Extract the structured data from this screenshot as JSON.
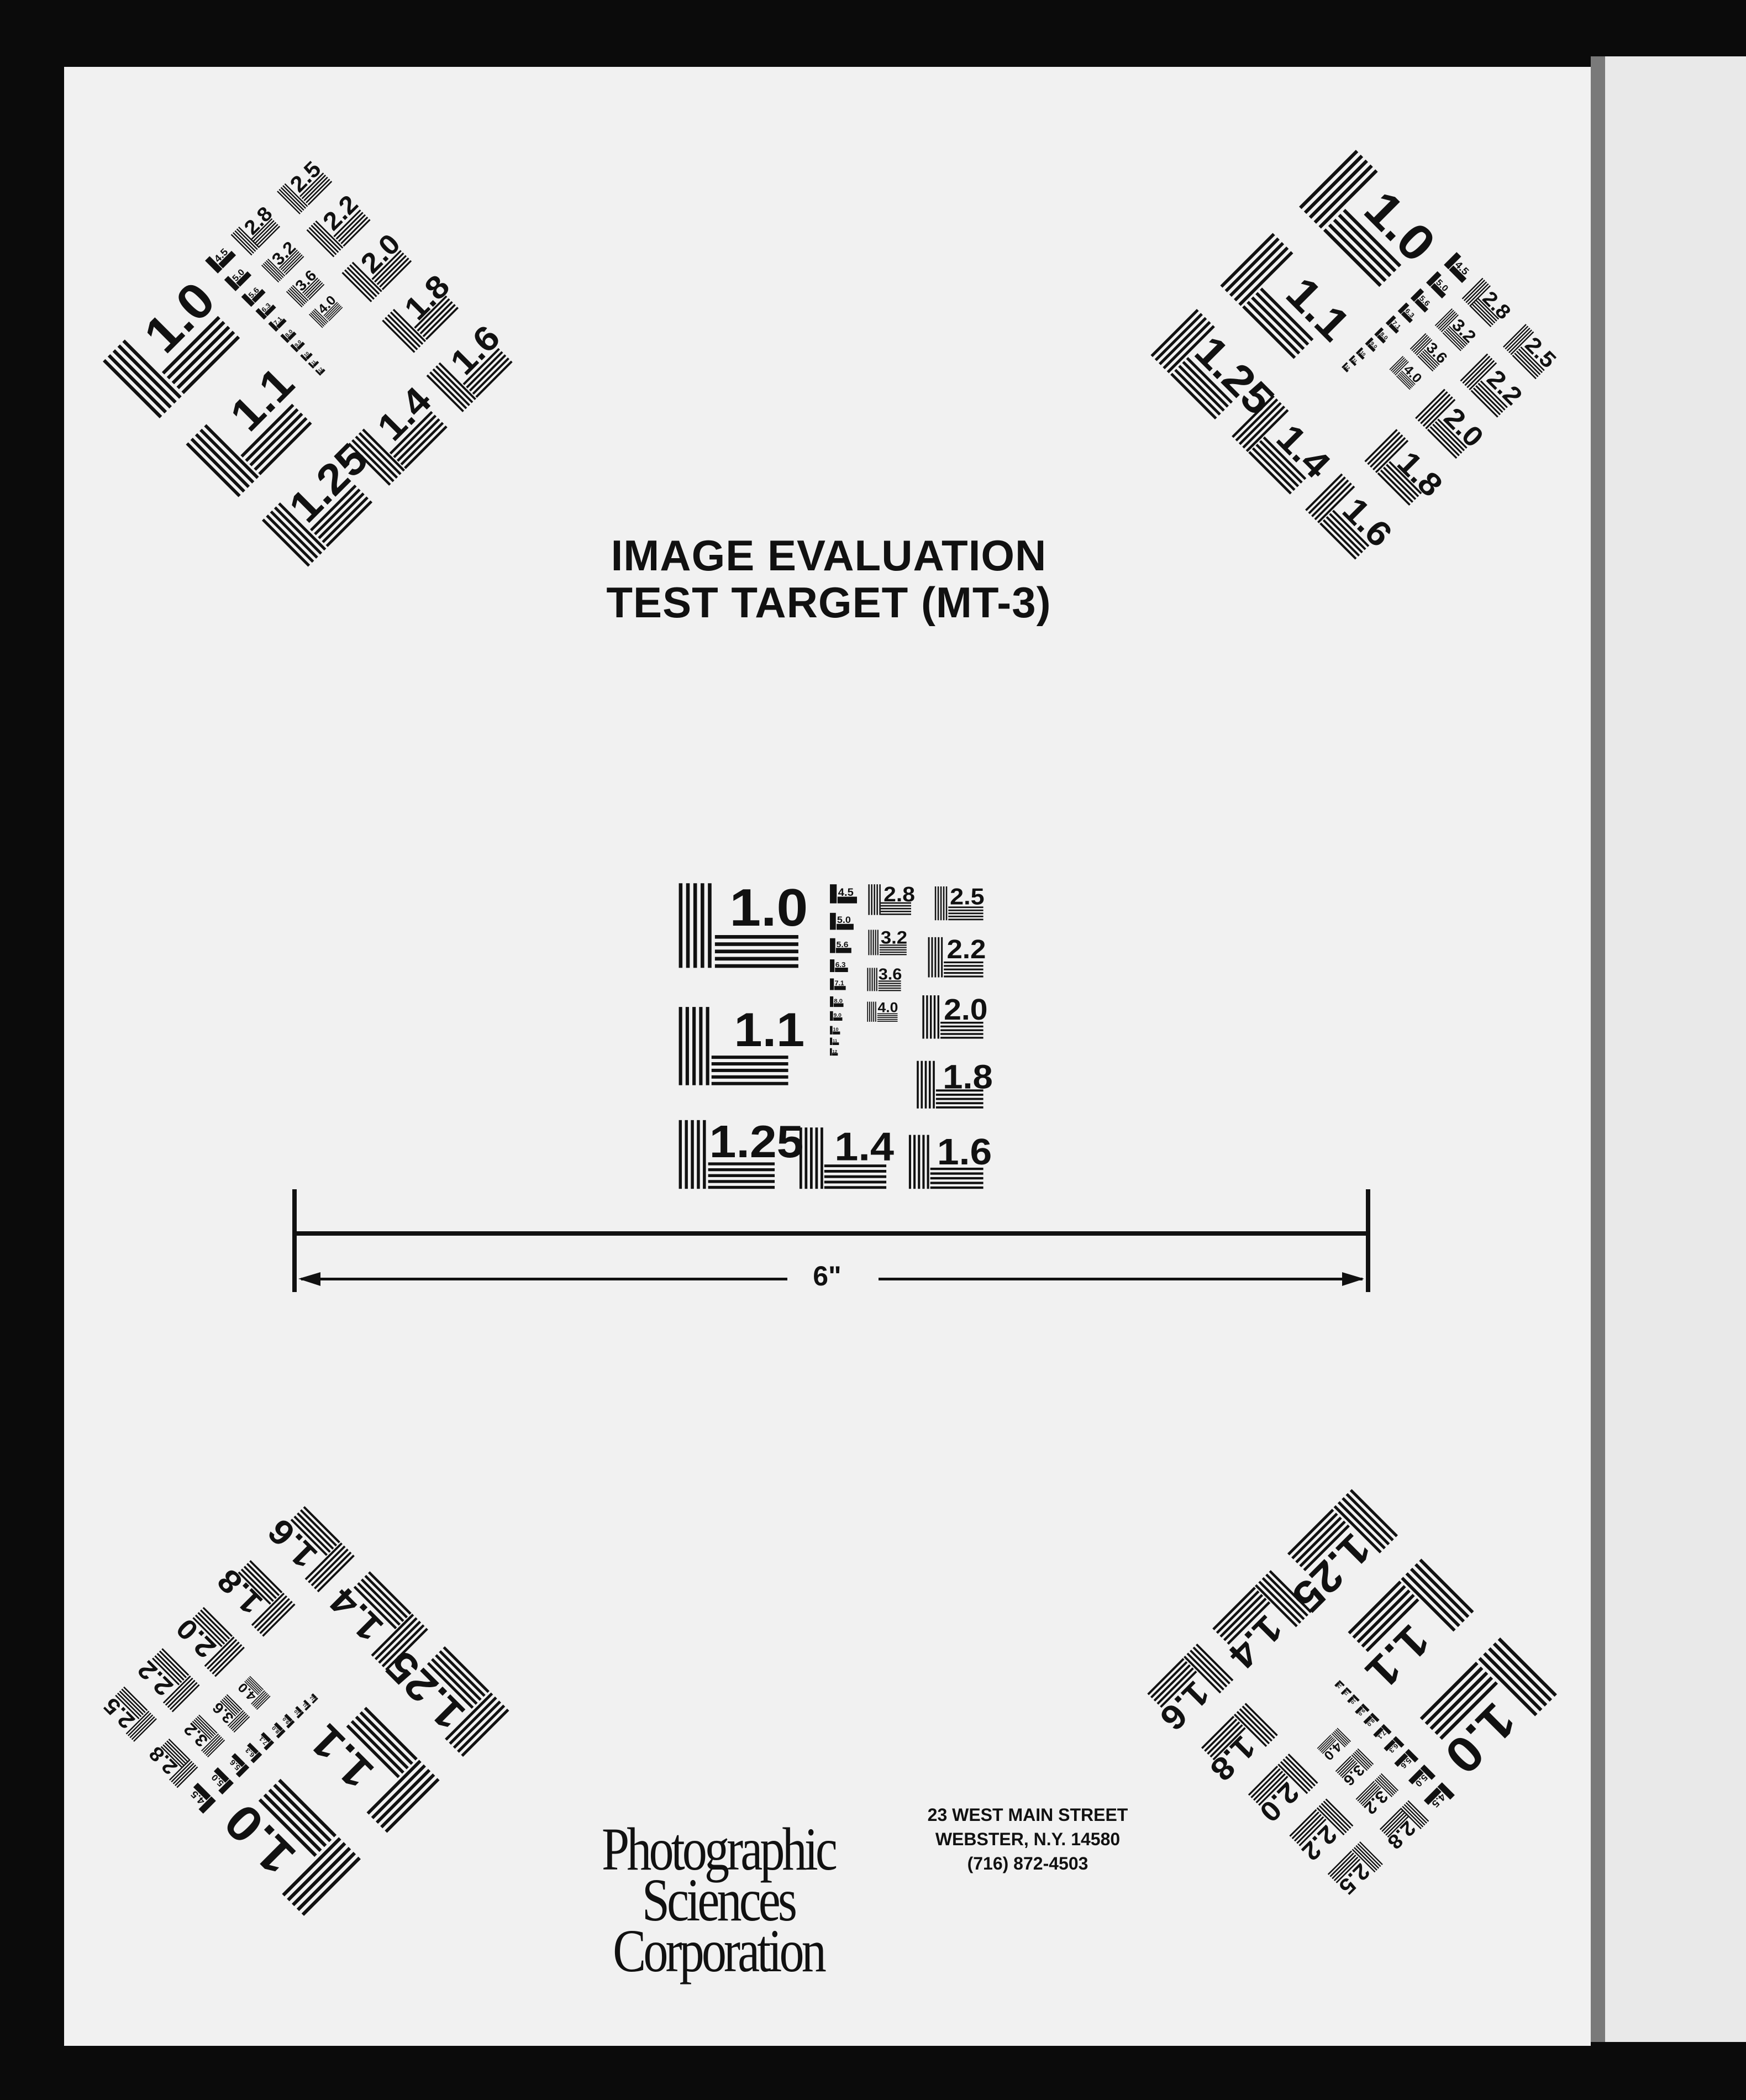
{
  "title": {
    "line1": "IMAGE EVALUATION",
    "line2": "TEST TARGET (MT-3)"
  },
  "targets": {
    "large": [
      "1.0",
      "1.1",
      "1.25",
      "1.4",
      "1.6",
      "1.8",
      "2.0",
      "2.2",
      "2.5",
      "2.8",
      "3.2",
      "3.6",
      "4.0"
    ],
    "small": [
      "4.5",
      "5.0",
      "5.6",
      "6.3",
      "7.1",
      "8.0",
      "9.0",
      "10",
      "11",
      "12"
    ]
  },
  "ruler": {
    "label": "6\""
  },
  "company": {
    "name_lines": [
      "Photographic",
      "Sciences",
      "Corporation"
    ],
    "address": [
      "23 WEST MAIN STREET",
      "WEBSTER, N.Y. 14580",
      "(716) 872-4503"
    ]
  }
}
